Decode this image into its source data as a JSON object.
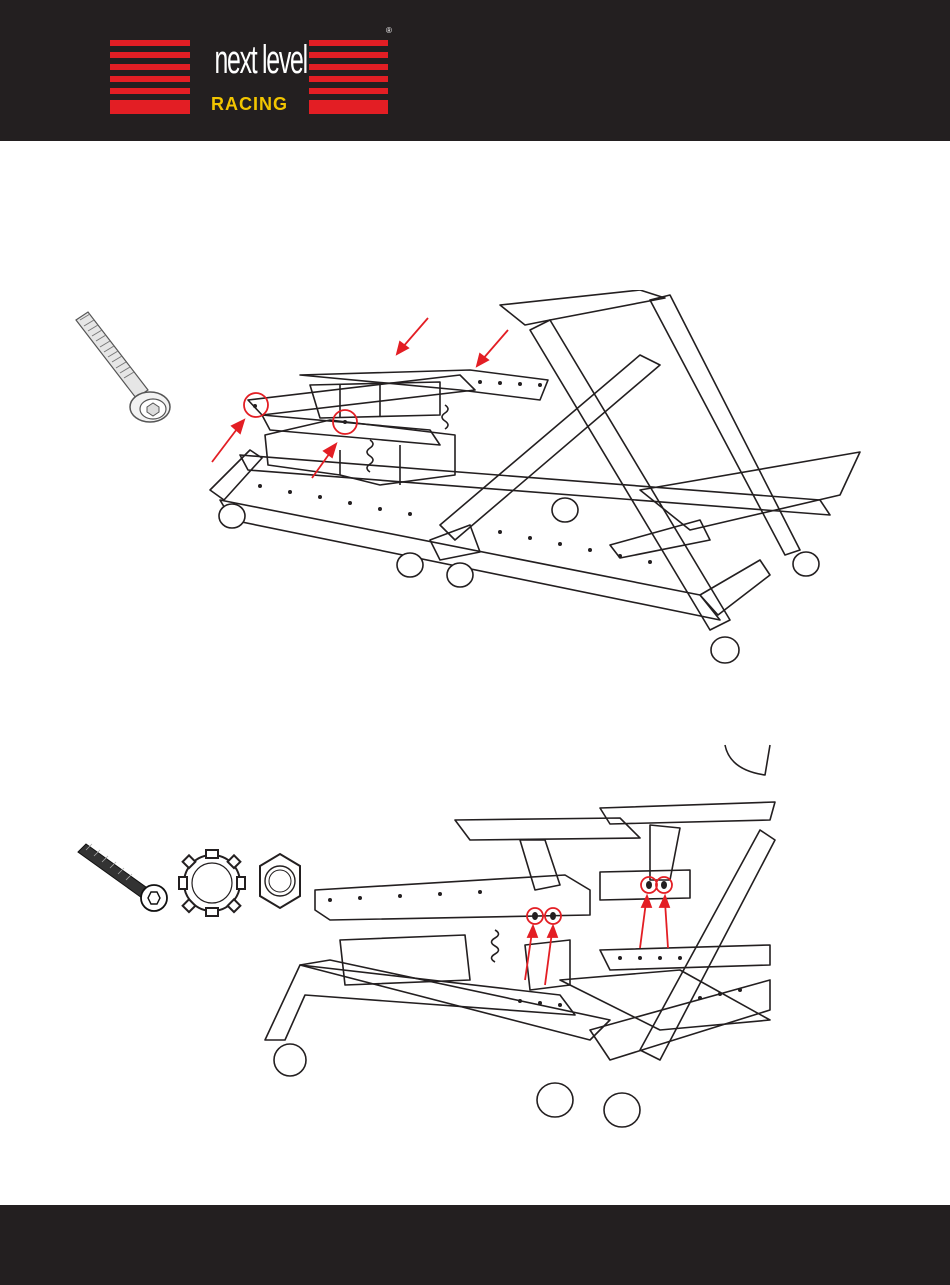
{
  "brand": {
    "word_top": "next level",
    "word_bottom": "RACING",
    "registered": "®",
    "colors": {
      "stripe": "#e31e24",
      "bottom_word": "#f2c500",
      "bar": "#231f20"
    }
  },
  "figures": [
    {
      "id": "step-1",
      "part_icons": [
        "long-hex-bolt-icon"
      ],
      "callouts": 4
    },
    {
      "id": "step-2",
      "part_icons": [
        "socket-cap-bolt-icon",
        "toothed-washer-icon",
        "hex-nut-icon"
      ],
      "callouts": 4
    }
  ]
}
